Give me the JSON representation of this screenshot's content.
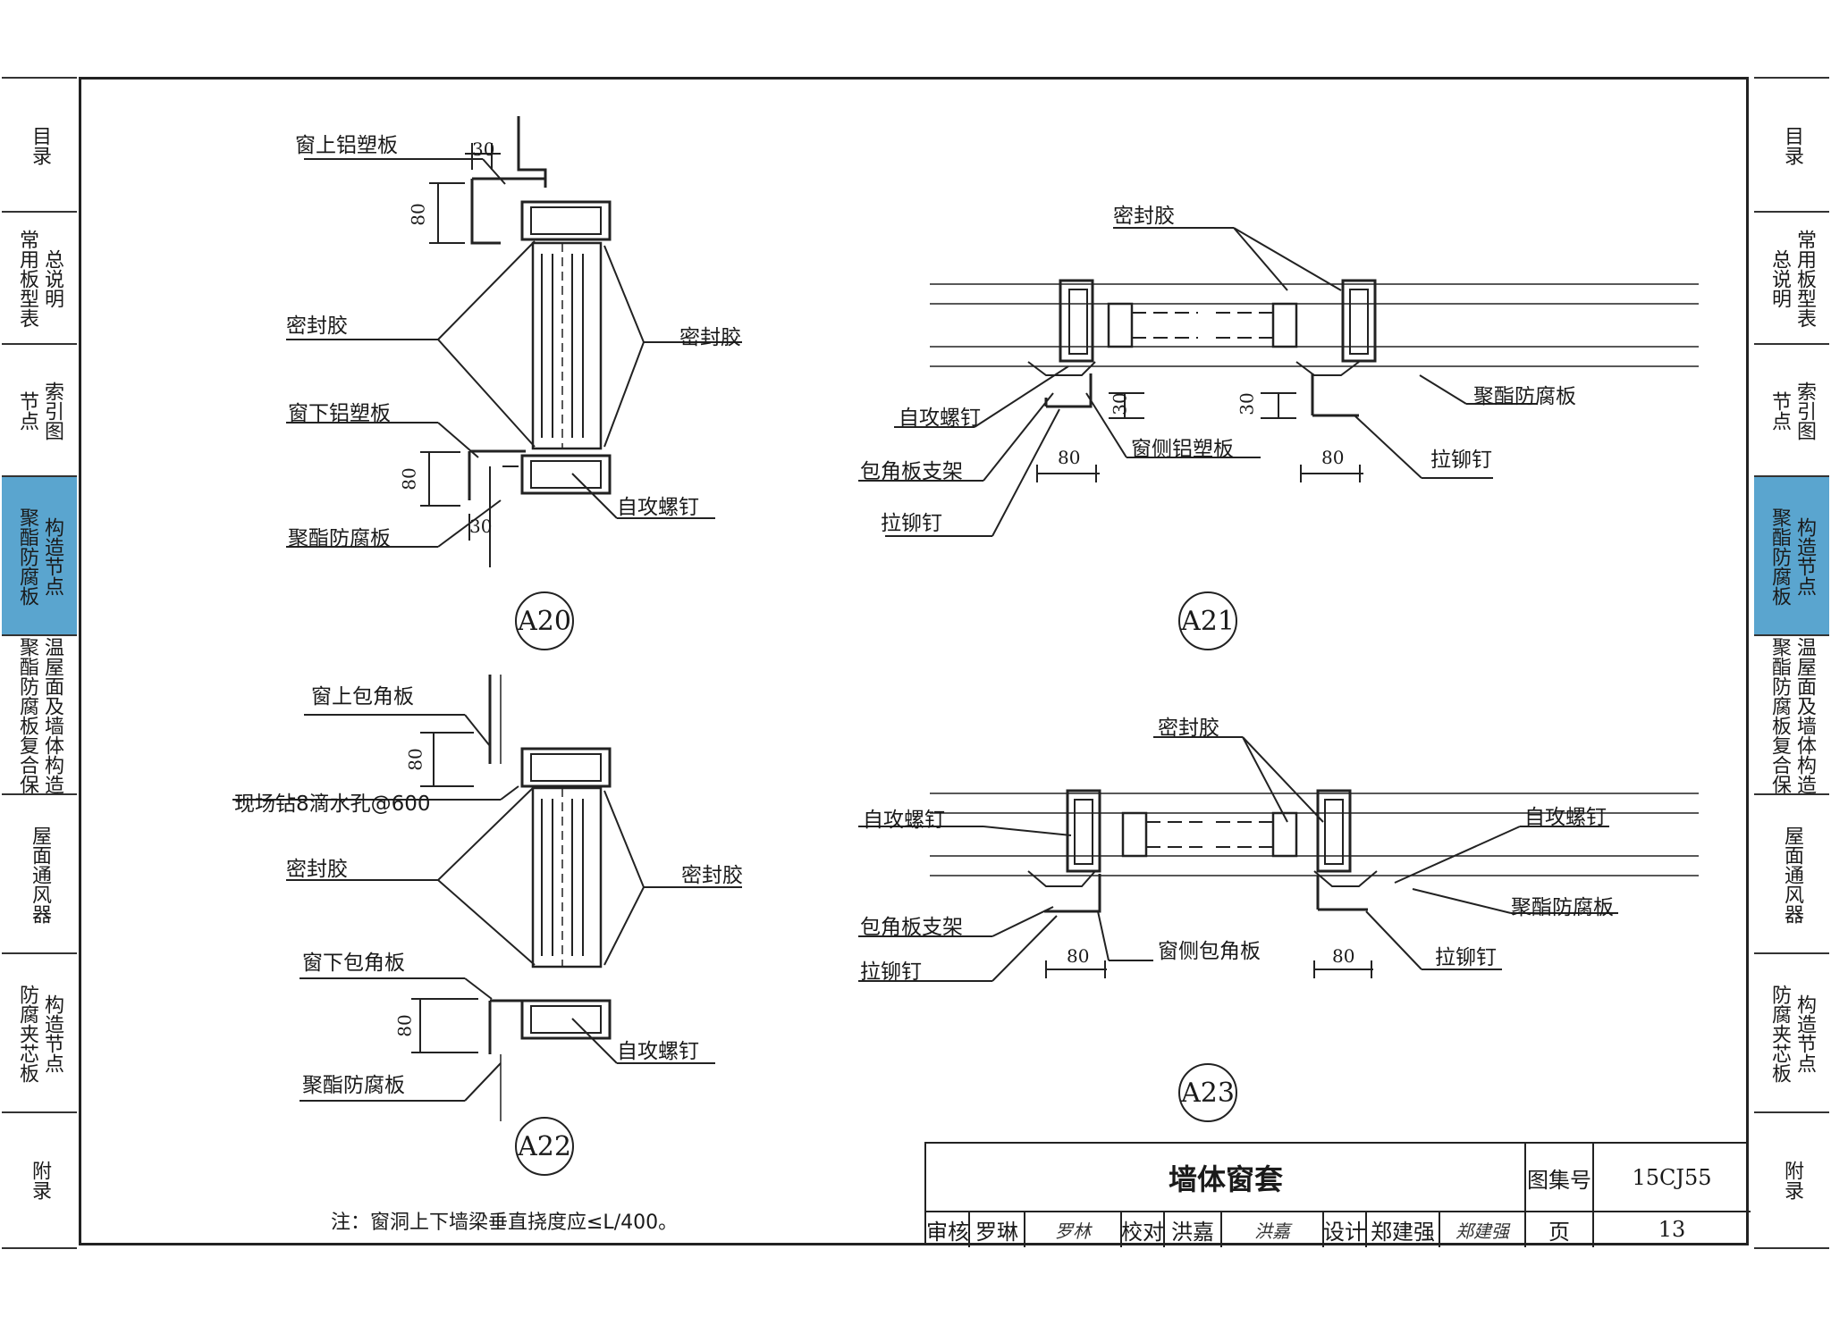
{
  "sidebar_left": [
    {
      "cols": [
        "目录"
      ],
      "active": false
    },
    {
      "cols": [
        "常用板型表",
        "总说明"
      ],
      "active": false
    },
    {
      "cols": [
        "节点",
        "索引图"
      ],
      "active": false
    },
    {
      "cols": [
        "聚酯防腐板",
        "构造节点"
      ],
      "active": true
    },
    {
      "cols": [
        "聚酯防腐板复合保",
        "温屋面及墙体构造"
      ],
      "active": false
    },
    {
      "cols": [
        "屋面通风器"
      ],
      "active": false
    },
    {
      "cols": [
        "防腐夹芯板",
        "构造节点"
      ],
      "active": false
    },
    {
      "cols": [
        "附录"
      ],
      "active": false
    }
  ],
  "sidebar_right": [
    {
      "cols": [
        "目录"
      ],
      "active": false
    },
    {
      "cols": [
        "总说明",
        "常用板型表"
      ],
      "active": false
    },
    {
      "cols": [
        "节点",
        "索引图"
      ],
      "active": false
    },
    {
      "cols": [
        "聚酯防腐板",
        "构造节点"
      ],
      "active": true
    },
    {
      "cols": [
        "聚酯防腐板复合保",
        "温屋面及墙体构造"
      ],
      "active": false
    },
    {
      "cols": [
        "屋面通风器"
      ],
      "active": false
    },
    {
      "cols": [
        "防腐夹芯板",
        "构造节点"
      ],
      "active": false
    },
    {
      "cols": [
        "附录"
      ],
      "active": false
    }
  ],
  "a20": {
    "tag": "A20",
    "top_panel": "窗上铝塑板",
    "sealant_left": "密封胶",
    "sealant_right": "密封胶",
    "bottom_panel": "窗下铝塑板",
    "wall_panel": "聚酯防腐板",
    "screw": "自攻螺钉",
    "dim_top": "30",
    "dim_h1": "80",
    "dim_h2": "80",
    "dim_bottom": "30"
  },
  "a21": {
    "tag": "A21",
    "sealant": "密封胶",
    "screw": "自攻螺钉",
    "bracket": "包角板支架",
    "rivet_left": "拉铆钉",
    "side_panel": "窗侧铝塑板",
    "wall_panel": "聚酯防腐板",
    "rivet_right": "拉铆钉",
    "dim_w1": "80",
    "dim_w2": "80",
    "dim_h1": "30",
    "dim_h2": "30"
  },
  "a22": {
    "tag": "A22",
    "top_trim": "窗上包角板",
    "drip_hole": "现场钻8滴水孔@600",
    "sealant_left": "密封胶",
    "sealant_right": "密封胶",
    "bottom_trim": "窗下包角板",
    "wall_panel": "聚酯防腐板",
    "screw": "自攻螺钉",
    "dim_h1": "80",
    "dim_h2": "80"
  },
  "a23": {
    "tag": "A23",
    "sealant": "密封胶",
    "screw_left": "自攻螺钉",
    "screw_right": "自攻螺钉",
    "bracket": "包角板支架",
    "rivet_left": "拉铆钉",
    "side_trim": "窗侧包角板",
    "wall_panel": "聚酯防腐板",
    "rivet_right": "拉铆钉",
    "dim_w1": "80",
    "dim_w2": "80"
  },
  "note": "注：窗洞上下墙梁垂直挠度应≤L/400。",
  "title_block": {
    "title": "墙体窗套",
    "atlas_label": "图集号",
    "atlas_no": "15CJ55",
    "review_label": "审核",
    "reviewer": "罗琳",
    "reviewer_sig": "罗林",
    "check_label": "校对",
    "checker": "洪嘉",
    "checker_sig": "洪嘉",
    "design_label": "设计",
    "designer": "郑建强",
    "designer_sig": "郑建强",
    "page_label": "页",
    "page_no": "13"
  }
}
